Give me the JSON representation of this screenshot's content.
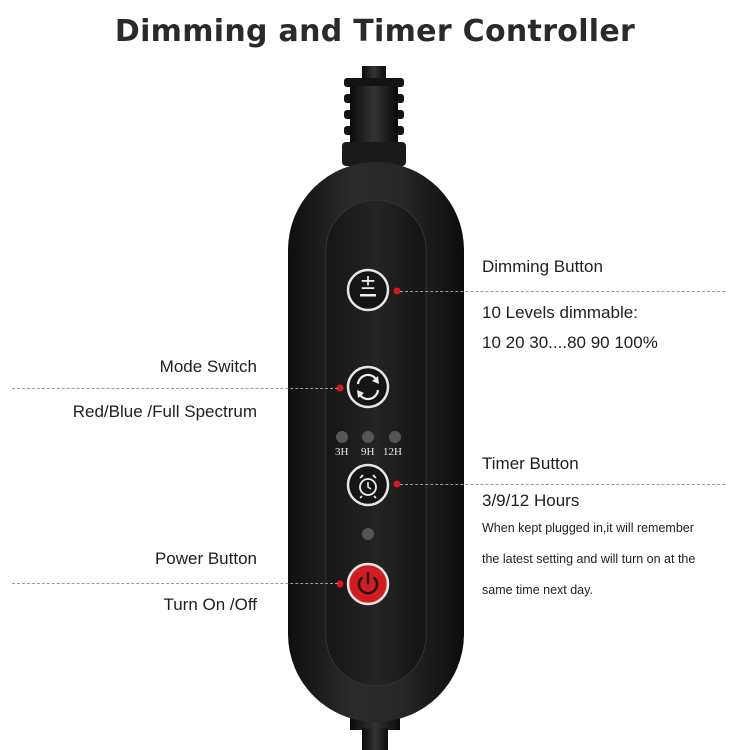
{
  "title": "Dimming and Timer Controller",
  "dimming": {
    "name": "Dimming Button",
    "desc_line1": "10 Levels dimmable:",
    "desc_line2": "10 20 30....80 90 100%"
  },
  "mode": {
    "name": "Mode Switch",
    "desc": "Red/Blue /Full Spectrum"
  },
  "timer": {
    "name": "Timer Button",
    "hours": "3/9/12 Hours",
    "note_line1": "When kept plugged in,it will remember",
    "note_line2": "the latest setting and will turn on at the",
    "note_line3": "same time next day."
  },
  "power": {
    "name": "Power Button",
    "desc": "Turn On /Off"
  },
  "leds": [
    "3H",
    "9H",
    "12H"
  ],
  "colors": {
    "device_body": "#1c1c1c",
    "indicator_red": "#e0141e",
    "power_button": "#d41c20"
  }
}
